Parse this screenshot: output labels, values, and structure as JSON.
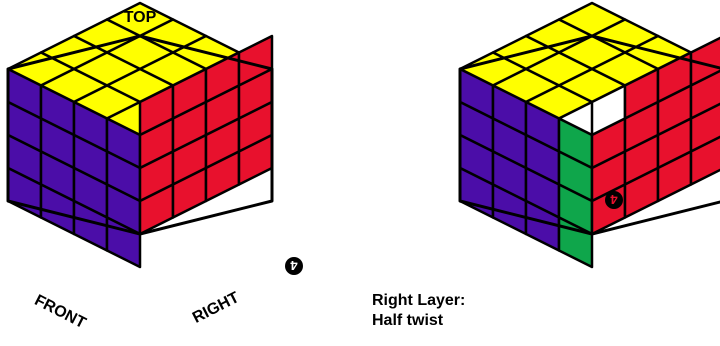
{
  "labels": {
    "top": "TOP",
    "front": "FRONT",
    "right": "RIGHT",
    "caption_line1": "Right Layer:",
    "caption_line2": "Half twist"
  },
  "markers": {
    "left_cube_marker": "4",
    "right_cube_marker": "4"
  },
  "colors": {
    "top": "#FFFF00",
    "front": "#4B0DA8",
    "right": "#E8112D",
    "white": "#FFFFFF",
    "green": "#0FA64B",
    "grid": "#000000"
  },
  "cubes": [
    {
      "id": "before",
      "top": [
        [
          "y",
          "y",
          "y",
          "y"
        ],
        [
          "y",
          "y",
          "y",
          "y"
        ],
        [
          "y",
          "y",
          "y",
          "y"
        ],
        [
          "y",
          "y",
          "y",
          "y"
        ]
      ],
      "front": [
        [
          "p",
          "p",
          "p",
          "p"
        ],
        [
          "p",
          "p",
          "p",
          "p"
        ],
        [
          "p",
          "p",
          "p",
          "p"
        ],
        [
          "p",
          "p",
          "p",
          "p"
        ]
      ],
      "right": [
        [
          "r",
          "r",
          "r",
          "r"
        ],
        [
          "r",
          "r",
          "r",
          "r"
        ],
        [
          "r",
          "r",
          "r",
          "r"
        ],
        [
          "r",
          "r",
          "r",
          "r"
        ]
      ]
    },
    {
      "id": "after",
      "top": [
        [
          "y",
          "y",
          "y",
          "y"
        ],
        [
          "y",
          "y",
          "y",
          "w"
        ],
        [
          "y",
          "y",
          "y",
          "w"
        ],
        [
          "y",
          "y",
          "y",
          "w"
        ]
      ],
      "front": [
        [
          "p",
          "p",
          "p",
          "g"
        ],
        [
          "p",
          "p",
          "p",
          "g"
        ],
        [
          "p",
          "p",
          "p",
          "g"
        ],
        [
          "p",
          "p",
          "p",
          "g"
        ]
      ],
      "right": [
        [
          "w",
          "r",
          "r",
          "r"
        ],
        [
          "r",
          "r",
          "r",
          "r"
        ],
        [
          "r",
          "r",
          "r",
          "r"
        ],
        [
          "r",
          "r",
          "r",
          "r"
        ]
      ]
    }
  ]
}
